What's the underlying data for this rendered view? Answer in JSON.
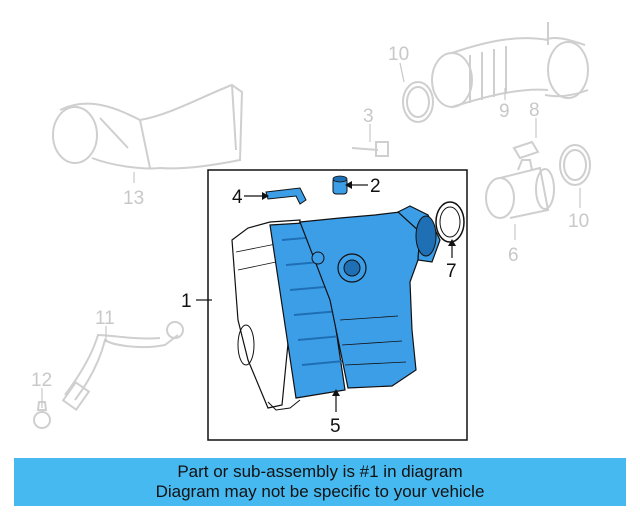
{
  "diagram": {
    "callouts": [
      {
        "id": "1",
        "label": "1"
      },
      {
        "id": "2",
        "label": "2"
      },
      {
        "id": "3",
        "label": "3"
      },
      {
        "id": "4",
        "label": "4"
      },
      {
        "id": "5",
        "label": "5"
      },
      {
        "id": "6",
        "label": "6"
      },
      {
        "id": "7",
        "label": "7"
      },
      {
        "id": "8",
        "label": "8"
      },
      {
        "id": "9",
        "label": "9"
      },
      {
        "id": "10a",
        "label": "10"
      },
      {
        "id": "10b",
        "label": "10"
      },
      {
        "id": "11",
        "label": "11"
      },
      {
        "id": "12",
        "label": "12"
      },
      {
        "id": "13",
        "label": "13"
      }
    ],
    "colors": {
      "highlight": "#3d9ee8",
      "highlight_dark": "#1f6fb5",
      "faded": "#c8c8c8",
      "line": "#111111"
    }
  },
  "banner": {
    "line1": "Part or sub-assembly is #1 in diagram",
    "line2": "Diagram may not be specific to your vehicle",
    "color": "#47b9f1"
  }
}
